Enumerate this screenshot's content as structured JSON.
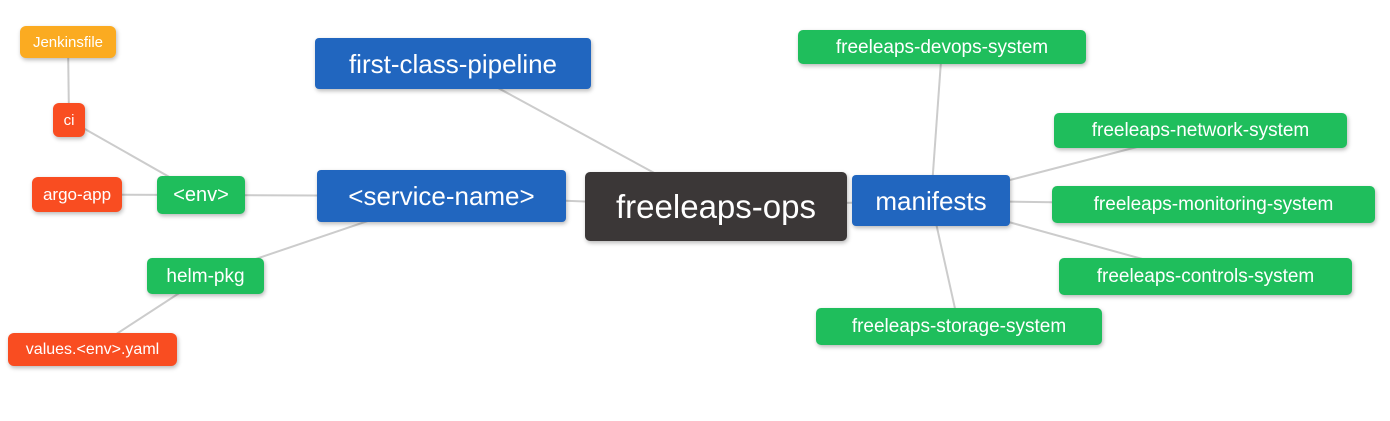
{
  "diagram": {
    "type": "mindmap",
    "root_label": "freeleaps-ops",
    "palette": {
      "blue": "#2166bf",
      "green": "#1fbe5c",
      "red": "#f94d21",
      "orange": "#fbab21",
      "dark": "#3b3737",
      "edge": "#cccccc",
      "text": "#ffffff",
      "bg": "#ffffff"
    },
    "nodes": [
      {
        "id": "jenkinsfile",
        "label": "Jenkinsfile",
        "color": "orange"
      },
      {
        "id": "ci",
        "label": "ci",
        "color": "red"
      },
      {
        "id": "argo-app",
        "label": "argo-app",
        "color": "red"
      },
      {
        "id": "env",
        "label": "<env>",
        "color": "green"
      },
      {
        "id": "helm-pkg",
        "label": "helm-pkg",
        "color": "green"
      },
      {
        "id": "values-env-yaml",
        "label": "values.<env>.yaml",
        "color": "red"
      },
      {
        "id": "first-class-pipeline",
        "label": "first-class-pipeline",
        "color": "blue"
      },
      {
        "id": "service-name",
        "label": "<service-name>",
        "color": "blue"
      },
      {
        "id": "freeleaps-ops",
        "label": "freeleaps-ops",
        "color": "dark"
      },
      {
        "id": "manifests",
        "label": "manifests",
        "color": "blue"
      },
      {
        "id": "freeleaps-devops-system",
        "label": "freeleaps-devops-system",
        "color": "green"
      },
      {
        "id": "freeleaps-network-system",
        "label": "freeleaps-network-system",
        "color": "green"
      },
      {
        "id": "freeleaps-monitoring-system",
        "label": "freeleaps-monitoring-system",
        "color": "green"
      },
      {
        "id": "freeleaps-controls-system",
        "label": "freeleaps-controls-system",
        "color": "green"
      },
      {
        "id": "freeleaps-storage-system",
        "label": "freeleaps-storage-system",
        "color": "green"
      }
    ],
    "edges": [
      [
        "jenkinsfile",
        "ci"
      ],
      [
        "ci",
        "env"
      ],
      [
        "argo-app",
        "env"
      ],
      [
        "env",
        "service-name"
      ],
      [
        "helm-pkg",
        "service-name"
      ],
      [
        "values-env-yaml",
        "helm-pkg"
      ],
      [
        "first-class-pipeline",
        "freeleaps-ops"
      ],
      [
        "service-name",
        "freeleaps-ops"
      ],
      [
        "freeleaps-ops",
        "manifests"
      ],
      [
        "manifests",
        "freeleaps-devops-system"
      ],
      [
        "manifests",
        "freeleaps-network-system"
      ],
      [
        "manifests",
        "freeleaps-monitoring-system"
      ],
      [
        "manifests",
        "freeleaps-controls-system"
      ],
      [
        "manifests",
        "freeleaps-storage-system"
      ]
    ]
  }
}
